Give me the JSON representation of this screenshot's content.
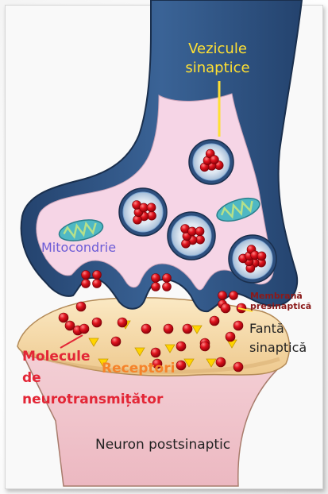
{
  "labels": {
    "vezicule": [
      "Vezicule",
      "sinaptice"
    ],
    "mitocondrie": "Mitocondrie",
    "membrana": [
      "Membrană",
      "presinaptică"
    ],
    "fanta": [
      "Fantă",
      "sinaptică"
    ],
    "molecule": [
      "Molecule",
      "de",
      "neurotransmițător"
    ],
    "receptori": "Receptori",
    "neuron": "Neuron postsinaptic"
  },
  "colors": {
    "axon": "#2d4f7e",
    "axon_inner": "#f6d5e6",
    "postsynaptic_top": "#f5dcaa",
    "postsynaptic_body": "#f2cbd1",
    "neurotransmitter": "#e0141e",
    "receptor": "#ffd400",
    "vesicle_ring": "#7ea6d2",
    "mitochondria": "#4fb8c4",
    "label_vezicule": "#ffe033",
    "label_mitocondrie": "#6c5cd6",
    "label_membrana": "#8b1a1a",
    "label_molecule": "#e32636",
    "label_receptori": "#f5832a"
  }
}
